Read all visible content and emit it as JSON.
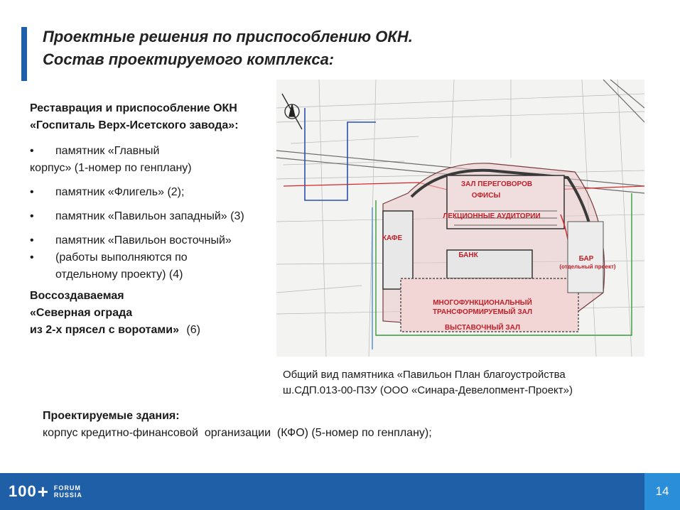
{
  "title": {
    "line1": "Проектные решения по приспособлению ОКН.",
    "line2": "Состав проектируемого комплекса:"
  },
  "left": {
    "heading1": "Реставрация и приспособление ОКН",
    "heading2": "«Госпиталь Верх-Исетского завода»:",
    "bullet_symbol": "•",
    "item1_line1": "памятник «Главный",
    "item1_line2": "корпус» (1-номер по генплану)",
    "item2": "памятник «Флигель» (2);",
    "item3": "памятник «Павильон западный» (3)",
    "item4": "памятник «Павильон восточный»",
    "item5_line1": "(работы выполняются по",
    "item5_line2": "отдельному проекту) (4)",
    "recon1": "Воссоздаваемая",
    "recon2": "«Северная ограда",
    "recon3": "из 2-х прясел с воротами»",
    "recon_num": "(6)"
  },
  "plan": {
    "labels": {
      "meeting": "ЗАЛ ПЕРЕГОВОРОВ",
      "offices": "ОФИСЫ",
      "lecture": "ЛЕКЦИОННЫЕ АУДИТОРИИ",
      "cafe": "КАФЕ",
      "bank": "БАНК",
      "bar": "БАР",
      "bar_note": "(отдельный проект)",
      "multi1": "МНОГОФУНКЦИОНАЛЬНЫЙ",
      "multi2": "ТРАНСФОРМИРУЕМЫЙ ЗАЛ",
      "exhibition": "ВЫСТАВОЧНЫЙ ЗАЛ"
    }
  },
  "caption": {
    "line1": "Общий вид памятника «Павильон План благоустройства",
    "line2": "ш.СДП.013-00-ПЗУ (ООО «Синара-Девелопмент-Проект»)"
  },
  "projected": {
    "heading": "Проектируемые здания:",
    "text": "корпус кредитно-финансовой  организации  (КФО) (5-номер по генплану);"
  },
  "footer": {
    "brand": "100",
    "plus": "+",
    "forum": "FORUM",
    "russia": "RUSSIA",
    "page": "14"
  },
  "colors": {
    "accent": "#1f5fa8",
    "page_badge": "#2a8fd8",
    "plan_label": "#c0202a"
  }
}
